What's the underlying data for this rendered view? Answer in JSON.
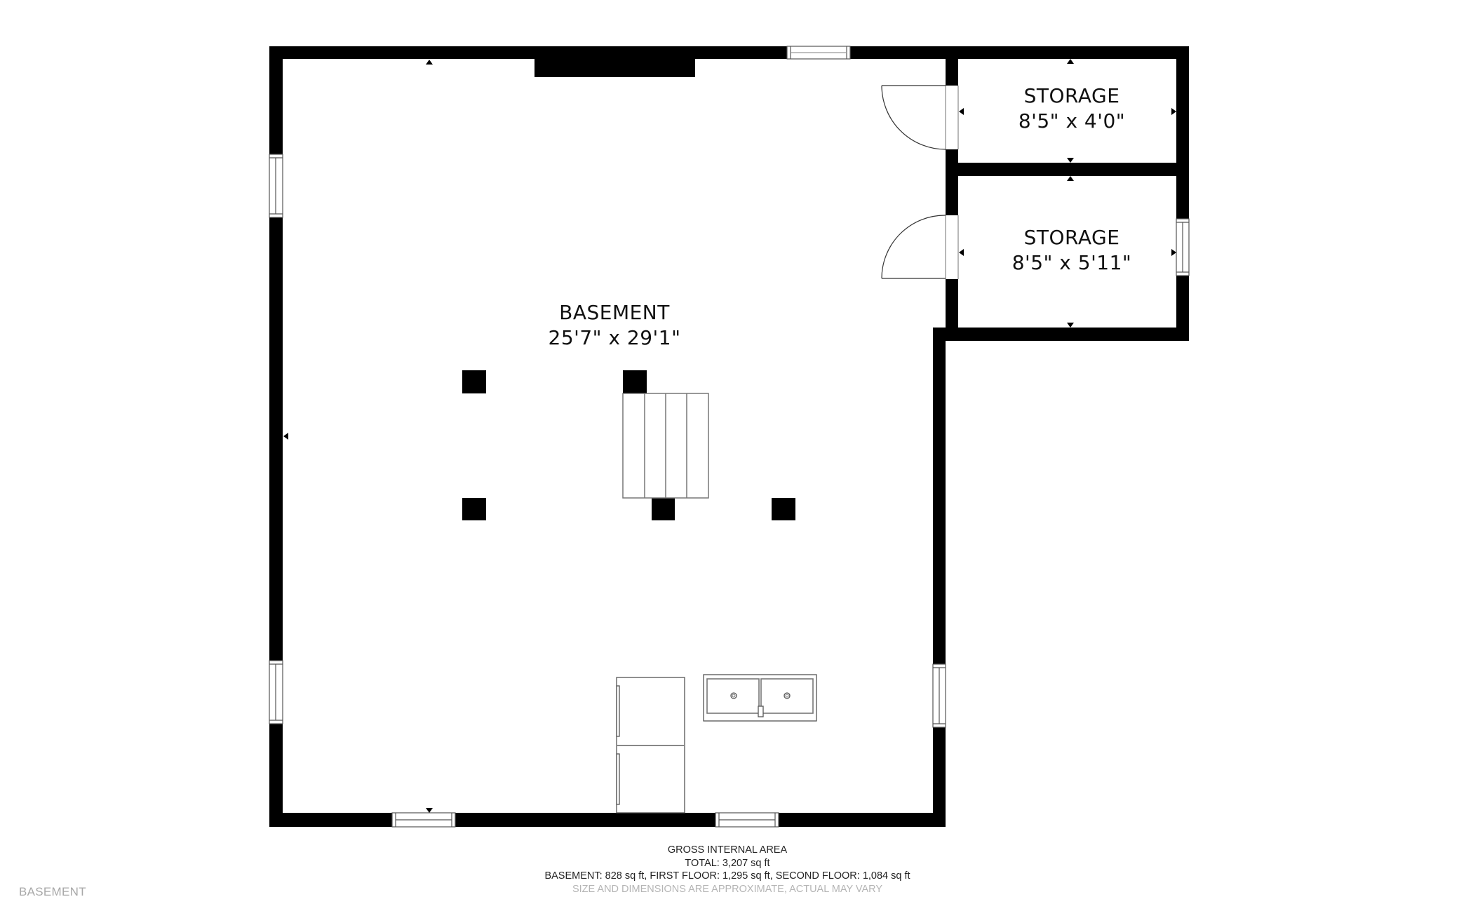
{
  "floor_label": "BASEMENT",
  "rooms": [
    {
      "name": "BASEMENT",
      "dimensions": "25'7\" x 29'1\""
    },
    {
      "name": "STORAGE",
      "dimensions": "8'5\" x 4'0\""
    },
    {
      "name": "STORAGE",
      "dimensions": "8'5\" x 5'11\""
    }
  ],
  "footer": {
    "heading": "GROSS INTERNAL AREA",
    "total": "TOTAL: 3,207 sq ft",
    "breakdown": "BASEMENT: 828 sq ft, FIRST FLOOR: 1,295 sq ft, SECOND FLOOR: 1,084 sq ft",
    "disclaimer": "SIZE AND DIMENSIONS ARE APPROXIMATE, ACTUAL MAY VARY"
  },
  "colors": {
    "wall": "#000000",
    "fixture_line": "#666666",
    "background": "#ffffff",
    "disclaimer_text": "#b5b5b5",
    "floor_label_text": "#a8a8a8"
  }
}
